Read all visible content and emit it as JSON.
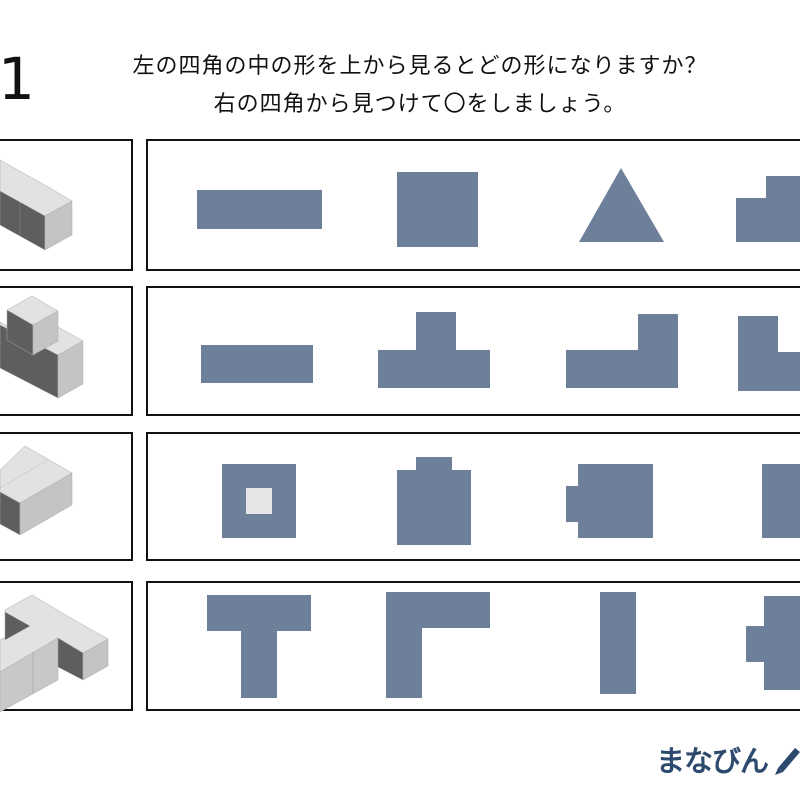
{
  "question": {
    "number": "1",
    "line1": "左の四角の中の形を上から見るとどの形になりますか？",
    "line2": "右の四角から見つけて〇をしましょう。"
  },
  "rows": [
    {
      "figure": "cube-bar",
      "options": [
        "long-rectangle",
        "square",
        "triangle",
        "step-shape"
      ]
    },
    {
      "figure": "cube-step",
      "options": [
        "long-rectangle",
        "inverted-t",
        "l-shape",
        "l-shape-partial"
      ]
    },
    {
      "figure": "cube-block",
      "options": [
        "square-with-hole",
        "square-with-top-tab",
        "square-with-left-tab",
        "square-partial"
      ]
    },
    {
      "figure": "cube-t",
      "options": [
        "t-shape",
        "corner-shape",
        "bar",
        "cross-partial"
      ]
    }
  ],
  "colors": {
    "shape": "#6e7f99",
    "hole": "#e6e6e6",
    "logo": "#2d4a6e"
  },
  "logo": {
    "text": "まなびん",
    "icon": "pencil-icon"
  }
}
